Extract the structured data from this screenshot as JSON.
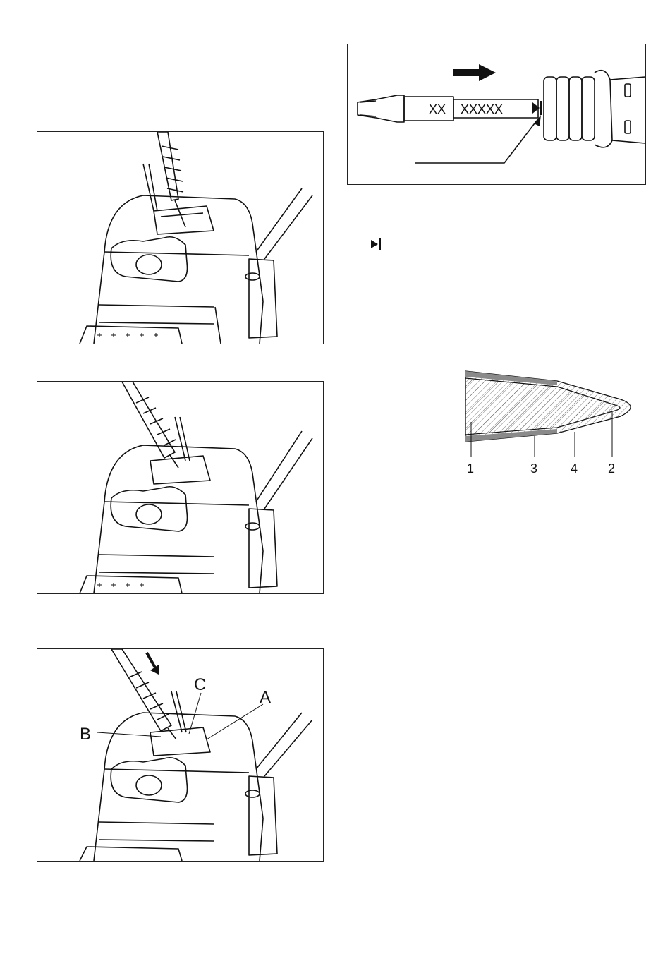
{
  "figure_tip_label": {
    "tip_code_short": "XX",
    "tip_code_long": "XXXXX"
  },
  "figure_callout": {
    "label_a": "A",
    "label_b": "B",
    "label_c": "C"
  },
  "figure_tip_section": {
    "labels": [
      "1",
      "3",
      "4",
      "2"
    ]
  },
  "colors": {
    "line": "#111111",
    "hatch": "#333333",
    "plating_gray": "#8a8a8a"
  }
}
